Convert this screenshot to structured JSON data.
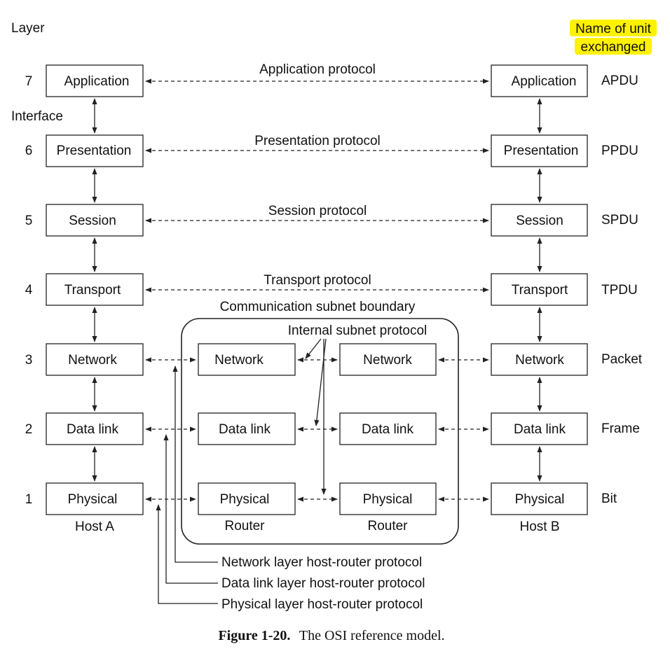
{
  "header": {
    "layer_label": "Layer",
    "interface_label": "Interface",
    "unit_label_line1": "Name of unit",
    "unit_label_line2": "exchanged",
    "highlight_color": "#fff200"
  },
  "layers": [
    {
      "number": "7",
      "name": "Application",
      "unit": "APDU",
      "protocol": "Application protocol"
    },
    {
      "number": "6",
      "name": "Presentation",
      "unit": "PPDU",
      "protocol": "Presentation protocol"
    },
    {
      "number": "5",
      "name": "Session",
      "unit": "SPDU",
      "protocol": "Session protocol"
    },
    {
      "number": "4",
      "name": "Transport",
      "unit": "TPDU",
      "protocol": "Transport protocol"
    },
    {
      "number": "3",
      "name": "Network",
      "unit": "Packet"
    },
    {
      "number": "2",
      "name": "Data link",
      "unit": "Frame"
    },
    {
      "number": "1",
      "name": "Physical",
      "unit": "Bit"
    }
  ],
  "hosts": {
    "left": "Host A",
    "right": "Host B",
    "router": "Router"
  },
  "subnet": {
    "boundary_label": "Communication subnet boundary",
    "internal_protocol_label": "Internal subnet protocol"
  },
  "host_router_protocols": [
    "Network layer host-router protocol",
    "Data link layer host-router protocol",
    "Physical layer host-router protocol"
  ],
  "caption": {
    "figure": "Figure 1-20.",
    "text": "The OSI reference model."
  }
}
